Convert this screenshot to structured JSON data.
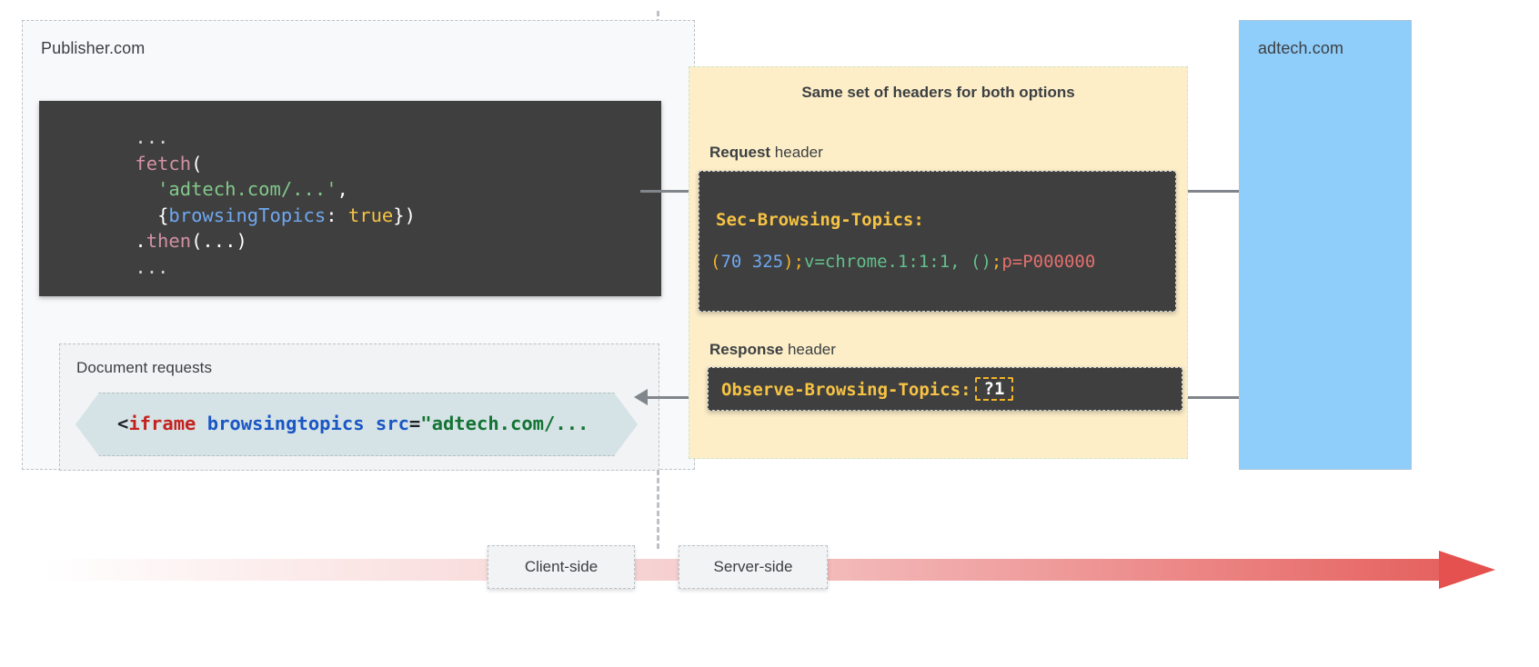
{
  "publisher": {
    "title": "Publisher.com",
    "fetch_code": {
      "lines": [
        {
          "indent": 4,
          "tokens": [
            {
              "t": "...",
              "c": "tok-dim"
            }
          ]
        },
        {
          "indent": 4,
          "tokens": [
            {
              "t": "fetch",
              "c": "tok-fn"
            },
            {
              "t": "(",
              "c": "tok-plain"
            }
          ]
        },
        {
          "indent": 6,
          "tokens": [
            {
              "t": "'adtech.com/...'",
              "c": "tok-str"
            },
            {
              "t": ",",
              "c": "tok-plain"
            }
          ]
        },
        {
          "indent": 6,
          "tokens": [
            {
              "t": "{",
              "c": "tok-plain"
            },
            {
              "t": "browsingTopics",
              "c": "tok-key"
            },
            {
              "t": ": ",
              "c": "tok-plain"
            },
            {
              "t": "true",
              "c": "tok-bool"
            },
            {
              "t": "})",
              "c": "tok-plain"
            }
          ]
        },
        {
          "indent": 4,
          "tokens": [
            {
              "t": ".",
              "c": "tok-plain"
            },
            {
              "t": "then",
              "c": "tok-fn"
            },
            {
              "t": "(...)",
              "c": "tok-plain"
            }
          ]
        },
        {
          "indent": 4,
          "tokens": [
            {
              "t": "...",
              "c": "tok-dim"
            }
          ]
        }
      ]
    },
    "document_requests": {
      "title": "Document requests",
      "iframe_snippet": [
        {
          "t": "<",
          "c": "html-pun"
        },
        {
          "t": "iframe",
          "c": "html-tag"
        },
        {
          "t": " ",
          "c": "html-pun"
        },
        {
          "t": "browsingtopics src",
          "c": "html-attr"
        },
        {
          "t": "=",
          "c": "html-pun"
        },
        {
          "t": "\"adtech.com/...",
          "c": "html-val"
        }
      ]
    }
  },
  "headers": {
    "title": "Same set of headers for both options",
    "request_label_bold": "Request",
    "request_label_rest": " header",
    "response_label_bold": "Response",
    "response_label_rest": " header",
    "request_header_name": "Sec-Browsing-Topics:",
    "request_header_value": [
      {
        "t": "(",
        "c": "h-pun"
      },
      {
        "t": "70 325",
        "c": "h-num"
      },
      {
        "t": ")",
        "c": "h-pun"
      },
      {
        "t": ";",
        "c": "h-pun"
      },
      {
        "t": "v=chrome.1:1:1, ()",
        "c": "h-ver"
      },
      {
        "t": ";",
        "c": "h-pun"
      },
      {
        "t": "p=P000000",
        "c": "h-p"
      }
    ],
    "response_header_name": "Observe-Browsing-Topics:",
    "response_header_value": "?1"
  },
  "adtech": {
    "title": "adtech.com"
  },
  "timeline": {
    "client_label": "Client-side",
    "server_label": "Server-side"
  },
  "colors": {
    "panel_bg": "#f8f9fa",
    "headers_bg": "#fdeec8",
    "adtech_bg": "#8fcdfb",
    "code_bg": "#3f3f3f",
    "iframe_bg": "#d5e3e6",
    "arrow_gray": "#80868b",
    "timeline_end": "#e5514e",
    "header_yellow": "#f6c344"
  }
}
